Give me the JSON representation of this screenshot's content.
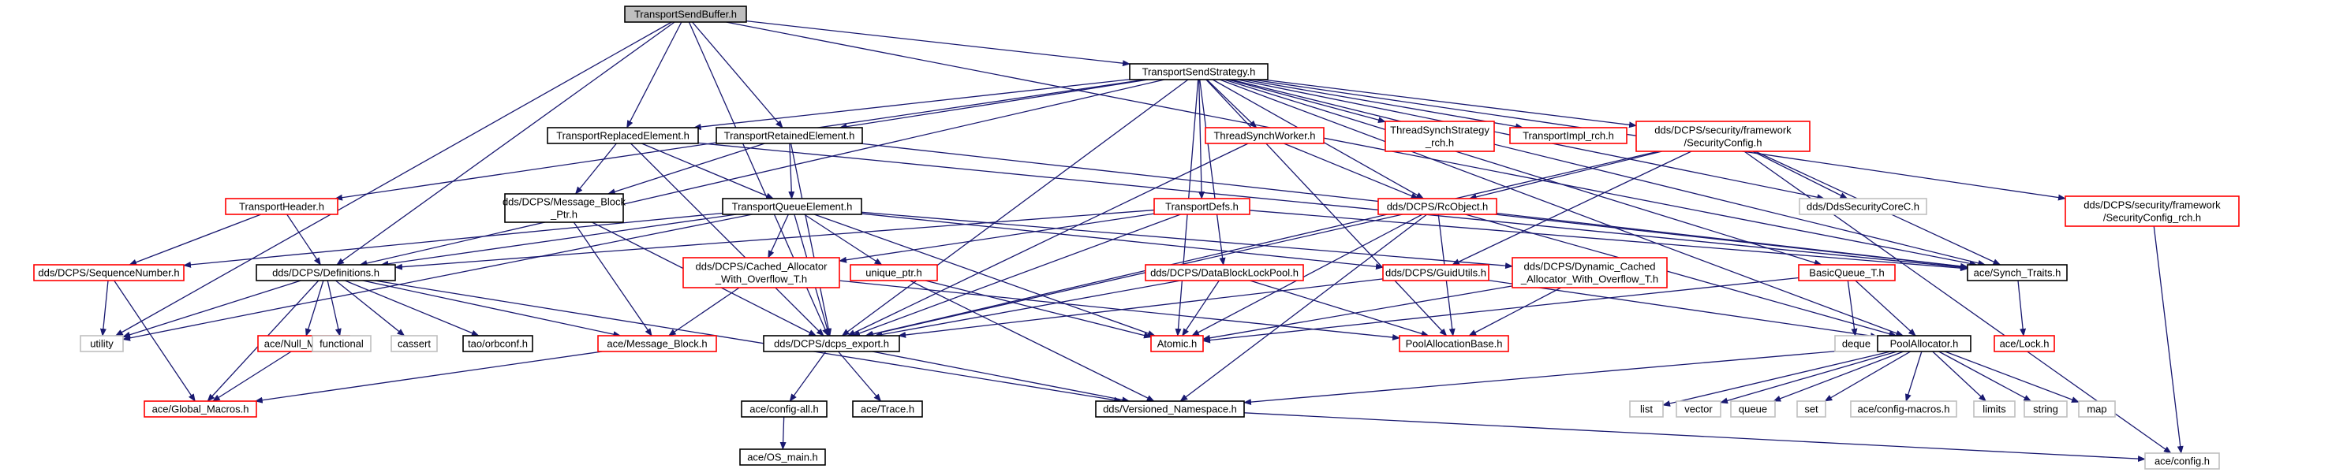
{
  "colors": {
    "edge": "#191970",
    "normal_border": "#000000",
    "missing_border": "#bfbfbf",
    "incomplete_border": "#ff0000",
    "root_fill": "#bfbfbf",
    "fill": "#ffffff"
  },
  "nodes": [
    {
      "id": "root",
      "label": [
        "TransportSendBuffer.h"
      ],
      "style": "root"
    },
    {
      "id": "tss",
      "label": [
        "TransportSendStrategy.h"
      ],
      "style": "normal"
    },
    {
      "id": "trep",
      "label": [
        "TransportReplacedElement.h"
      ],
      "style": "normal"
    },
    {
      "id": "tret",
      "label": [
        "TransportRetainedElement.h"
      ],
      "style": "normal"
    },
    {
      "id": "thdr",
      "label": [
        "TransportHeader.h"
      ],
      "style": "incomplete"
    },
    {
      "id": "tsw",
      "label": [
        "ThreadSynchWorker.h"
      ],
      "style": "incomplete"
    },
    {
      "id": "tsstrat",
      "label": [
        "ThreadSynchStrategy",
        "_rch.h"
      ],
      "style": "incomplete"
    },
    {
      "id": "timpl",
      "label": [
        "TransportImpl_rch.h"
      ],
      "style": "incomplete"
    },
    {
      "id": "secconf",
      "label": [
        "dds/DCPS/security/framework",
        "/SecurityConfig.h"
      ],
      "style": "incomplete"
    },
    {
      "id": "secconfrch",
      "label": [
        "dds/DCPS/security/framework",
        "/SecurityConfig_rch.h"
      ],
      "style": "incomplete"
    },
    {
      "id": "mbp",
      "label": [
        "dds/DCPS/Message_Block",
        "_Ptr.h"
      ],
      "style": "normal"
    },
    {
      "id": "tqe",
      "label": [
        "TransportQueueElement.h"
      ],
      "style": "normal"
    },
    {
      "id": "tdefs",
      "label": [
        "TransportDefs.h"
      ],
      "style": "incomplete"
    },
    {
      "id": "rcobj",
      "label": [
        "dds/DCPS/RcObject.h"
      ],
      "style": "incomplete"
    },
    {
      "id": "ddssec",
      "label": [
        "dds/DdsSecurityCoreC.h"
      ],
      "style": "missing"
    },
    {
      "id": "seqnum",
      "label": [
        "dds/DCPS/SequenceNumber.h"
      ],
      "style": "incomplete"
    },
    {
      "id": "defs",
      "label": [
        "dds/DCPS/Definitions.h"
      ],
      "style": "normal"
    },
    {
      "id": "cached",
      "label": [
        "dds/DCPS/Cached_Allocator",
        "_With_Overflow_T.h"
      ],
      "style": "incomplete"
    },
    {
      "id": "uptr",
      "label": [
        "unique_ptr.h"
      ],
      "style": "incomplete"
    },
    {
      "id": "dblp",
      "label": [
        "dds/DCPS/DataBlockLockPool.h"
      ],
      "style": "incomplete"
    },
    {
      "id": "guid",
      "label": [
        "dds/DCPS/GuidUtils.h"
      ],
      "style": "incomplete"
    },
    {
      "id": "dyn",
      "label": [
        "dds/DCPS/Dynamic_Cached",
        "_Allocator_With_Overflow_T.h"
      ],
      "style": "incomplete"
    },
    {
      "id": "bq",
      "label": [
        "BasicQueue_T.h"
      ],
      "style": "incomplete"
    },
    {
      "id": "synch",
      "label": [
        "ace/Synch_Traits.h"
      ],
      "style": "normal"
    },
    {
      "id": "utility",
      "label": [
        "utility"
      ],
      "style": "missing"
    },
    {
      "id": "nullmutex",
      "label": [
        "ace/Null_Mutex.h"
      ],
      "style": "incomplete"
    },
    {
      "id": "functional",
      "label": [
        "functional"
      ],
      "style": "missing"
    },
    {
      "id": "cassert",
      "label": [
        "cassert"
      ],
      "style": "missing"
    },
    {
      "id": "orbconf",
      "label": [
        "tao/orbconf.h"
      ],
      "style": "normal"
    },
    {
      "id": "mblock",
      "label": [
        "ace/Message_Block.h"
      ],
      "style": "incomplete"
    },
    {
      "id": "export",
      "label": [
        "dds/DCPS/dcps_export.h"
      ],
      "style": "normal"
    },
    {
      "id": "atomic",
      "label": [
        "Atomic.h"
      ],
      "style": "incomplete"
    },
    {
      "id": "pab",
      "label": [
        "PoolAllocationBase.h"
      ],
      "style": "incomplete"
    },
    {
      "id": "deque",
      "label": [
        "deque"
      ],
      "style": "missing"
    },
    {
      "id": "pa",
      "label": [
        "PoolAllocator.h"
      ],
      "style": "normal"
    },
    {
      "id": "acelock",
      "label": [
        "ace/Lock.h"
      ],
      "style": "incomplete"
    },
    {
      "id": "gmacros",
      "label": [
        "ace/Global_Macros.h"
      ],
      "style": "incomplete"
    },
    {
      "id": "configall",
      "label": [
        "ace/config-all.h"
      ],
      "style": "normal"
    },
    {
      "id": "trace",
      "label": [
        "ace/Trace.h"
      ],
      "style": "normal"
    },
    {
      "id": "vns",
      "label": [
        "dds/Versioned_Namespace.h"
      ],
      "style": "normal"
    },
    {
      "id": "list",
      "label": [
        "list"
      ],
      "style": "missing"
    },
    {
      "id": "vector",
      "label": [
        "vector"
      ],
      "style": "missing"
    },
    {
      "id": "queue",
      "label": [
        "queue"
      ],
      "style": "missing"
    },
    {
      "id": "set",
      "label": [
        "set"
      ],
      "style": "missing"
    },
    {
      "id": "cmacros",
      "label": [
        "ace/config-macros.h"
      ],
      "style": "missing"
    },
    {
      "id": "limits",
      "label": [
        "limits"
      ],
      "style": "missing"
    },
    {
      "id": "string",
      "label": [
        "string"
      ],
      "style": "missing"
    },
    {
      "id": "map",
      "label": [
        "map"
      ],
      "style": "missing"
    },
    {
      "id": "osmain",
      "label": [
        "ace/OS_main.h"
      ],
      "style": "normal"
    },
    {
      "id": "aceconfig",
      "label": [
        "ace/config.h"
      ],
      "style": "missing"
    }
  ],
  "edges": [
    [
      "root",
      "tss"
    ],
    [
      "root",
      "trep"
    ],
    [
      "root",
      "tret"
    ],
    [
      "root",
      "defs"
    ],
    [
      "root",
      "export"
    ],
    [
      "root",
      "utility"
    ],
    [
      "root",
      "synch"
    ],
    [
      "tss",
      "trep"
    ],
    [
      "tss",
      "tret"
    ],
    [
      "tss",
      "thdr"
    ],
    [
      "tss",
      "tsw"
    ],
    [
      "tss",
      "tsstrat"
    ],
    [
      "tss",
      "timpl"
    ],
    [
      "tss",
      "secconf"
    ],
    [
      "tss",
      "secconfrch"
    ],
    [
      "tss",
      "tdefs"
    ],
    [
      "tss",
      "rcobj"
    ],
    [
      "tss",
      "ddssec"
    ],
    [
      "tss",
      "defs"
    ],
    [
      "tss",
      "export"
    ],
    [
      "tss",
      "dblp"
    ],
    [
      "tss",
      "bq"
    ],
    [
      "tss",
      "synch"
    ],
    [
      "tss",
      "atomic"
    ],
    [
      "tss",
      "pa"
    ],
    [
      "tss",
      "pab"
    ],
    [
      "trep",
      "mbp"
    ],
    [
      "trep",
      "tqe"
    ],
    [
      "trep",
      "export"
    ],
    [
      "trep",
      "synch"
    ],
    [
      "tret",
      "mbp"
    ],
    [
      "tret",
      "tqe"
    ],
    [
      "tret",
      "export"
    ],
    [
      "tret",
      "synch"
    ],
    [
      "thdr",
      "seqnum"
    ],
    [
      "thdr",
      "defs"
    ],
    [
      "tsw",
      "rcobj"
    ],
    [
      "tsw",
      "export"
    ],
    [
      "secconf",
      "rcobj"
    ],
    [
      "secconf",
      "ddssec"
    ],
    [
      "secconf",
      "export"
    ],
    [
      "secconf",
      "guid"
    ],
    [
      "secconf",
      "synch"
    ],
    [
      "secconf",
      "aceconfig"
    ],
    [
      "secconfrch",
      "aceconfig"
    ],
    [
      "mbp",
      "export"
    ],
    [
      "mbp",
      "mblock"
    ],
    [
      "tqe",
      "defs"
    ],
    [
      "tqe",
      "cached"
    ],
    [
      "tqe",
      "uptr"
    ],
    [
      "tqe",
      "guid"
    ],
    [
      "tqe",
      "dyn"
    ],
    [
      "tqe",
      "export"
    ],
    [
      "tqe",
      "atomic"
    ],
    [
      "tqe",
      "utility"
    ],
    [
      "tqe",
      "seqnum"
    ],
    [
      "tdefs",
      "defs"
    ],
    [
      "tdefs",
      "cached"
    ],
    [
      "tdefs",
      "synch"
    ],
    [
      "tdefs",
      "export"
    ],
    [
      "rcobj",
      "atomic"
    ],
    [
      "rcobj",
      "export"
    ],
    [
      "rcobj",
      "pab"
    ],
    [
      "rcobj",
      "pa"
    ],
    [
      "rcobj",
      "vns"
    ],
    [
      "rcobj",
      "synch"
    ],
    [
      "seqnum",
      "utility"
    ],
    [
      "seqnum",
      "gmacros"
    ],
    [
      "defs",
      "utility"
    ],
    [
      "defs",
      "nullmutex"
    ],
    [
      "defs",
      "functional"
    ],
    [
      "defs",
      "cassert"
    ],
    [
      "defs",
      "orbconf"
    ],
    [
      "defs",
      "mblock"
    ],
    [
      "defs",
      "gmacros"
    ],
    [
      "defs",
      "vns"
    ],
    [
      "cached",
      "mblock"
    ],
    [
      "cached",
      "pab"
    ],
    [
      "uptr",
      "atomic"
    ],
    [
      "uptr",
      "vns"
    ],
    [
      "dblp",
      "export"
    ],
    [
      "dblp",
      "atomic"
    ],
    [
      "dblp",
      "pab"
    ],
    [
      "guid",
      "export"
    ],
    [
      "guid",
      "pa"
    ],
    [
      "dyn",
      "atomic"
    ],
    [
      "dyn",
      "pab"
    ],
    [
      "bq",
      "deque"
    ],
    [
      "bq",
      "pa"
    ],
    [
      "bq",
      "atomic"
    ],
    [
      "synch",
      "acelock"
    ],
    [
      "nullmutex",
      "gmacros"
    ],
    [
      "mblock",
      "gmacros"
    ],
    [
      "export",
      "configall"
    ],
    [
      "export",
      "trace"
    ],
    [
      "export",
      "vns"
    ],
    [
      "pa",
      "vns"
    ],
    [
      "pa",
      "list"
    ],
    [
      "pa",
      "vector"
    ],
    [
      "pa",
      "queue"
    ],
    [
      "pa",
      "set"
    ],
    [
      "pa",
      "cmacros"
    ],
    [
      "pa",
      "limits"
    ],
    [
      "pa",
      "string"
    ],
    [
      "pa",
      "map"
    ],
    [
      "configall",
      "osmain"
    ],
    [
      "vns",
      "aceconfig"
    ]
  ]
}
